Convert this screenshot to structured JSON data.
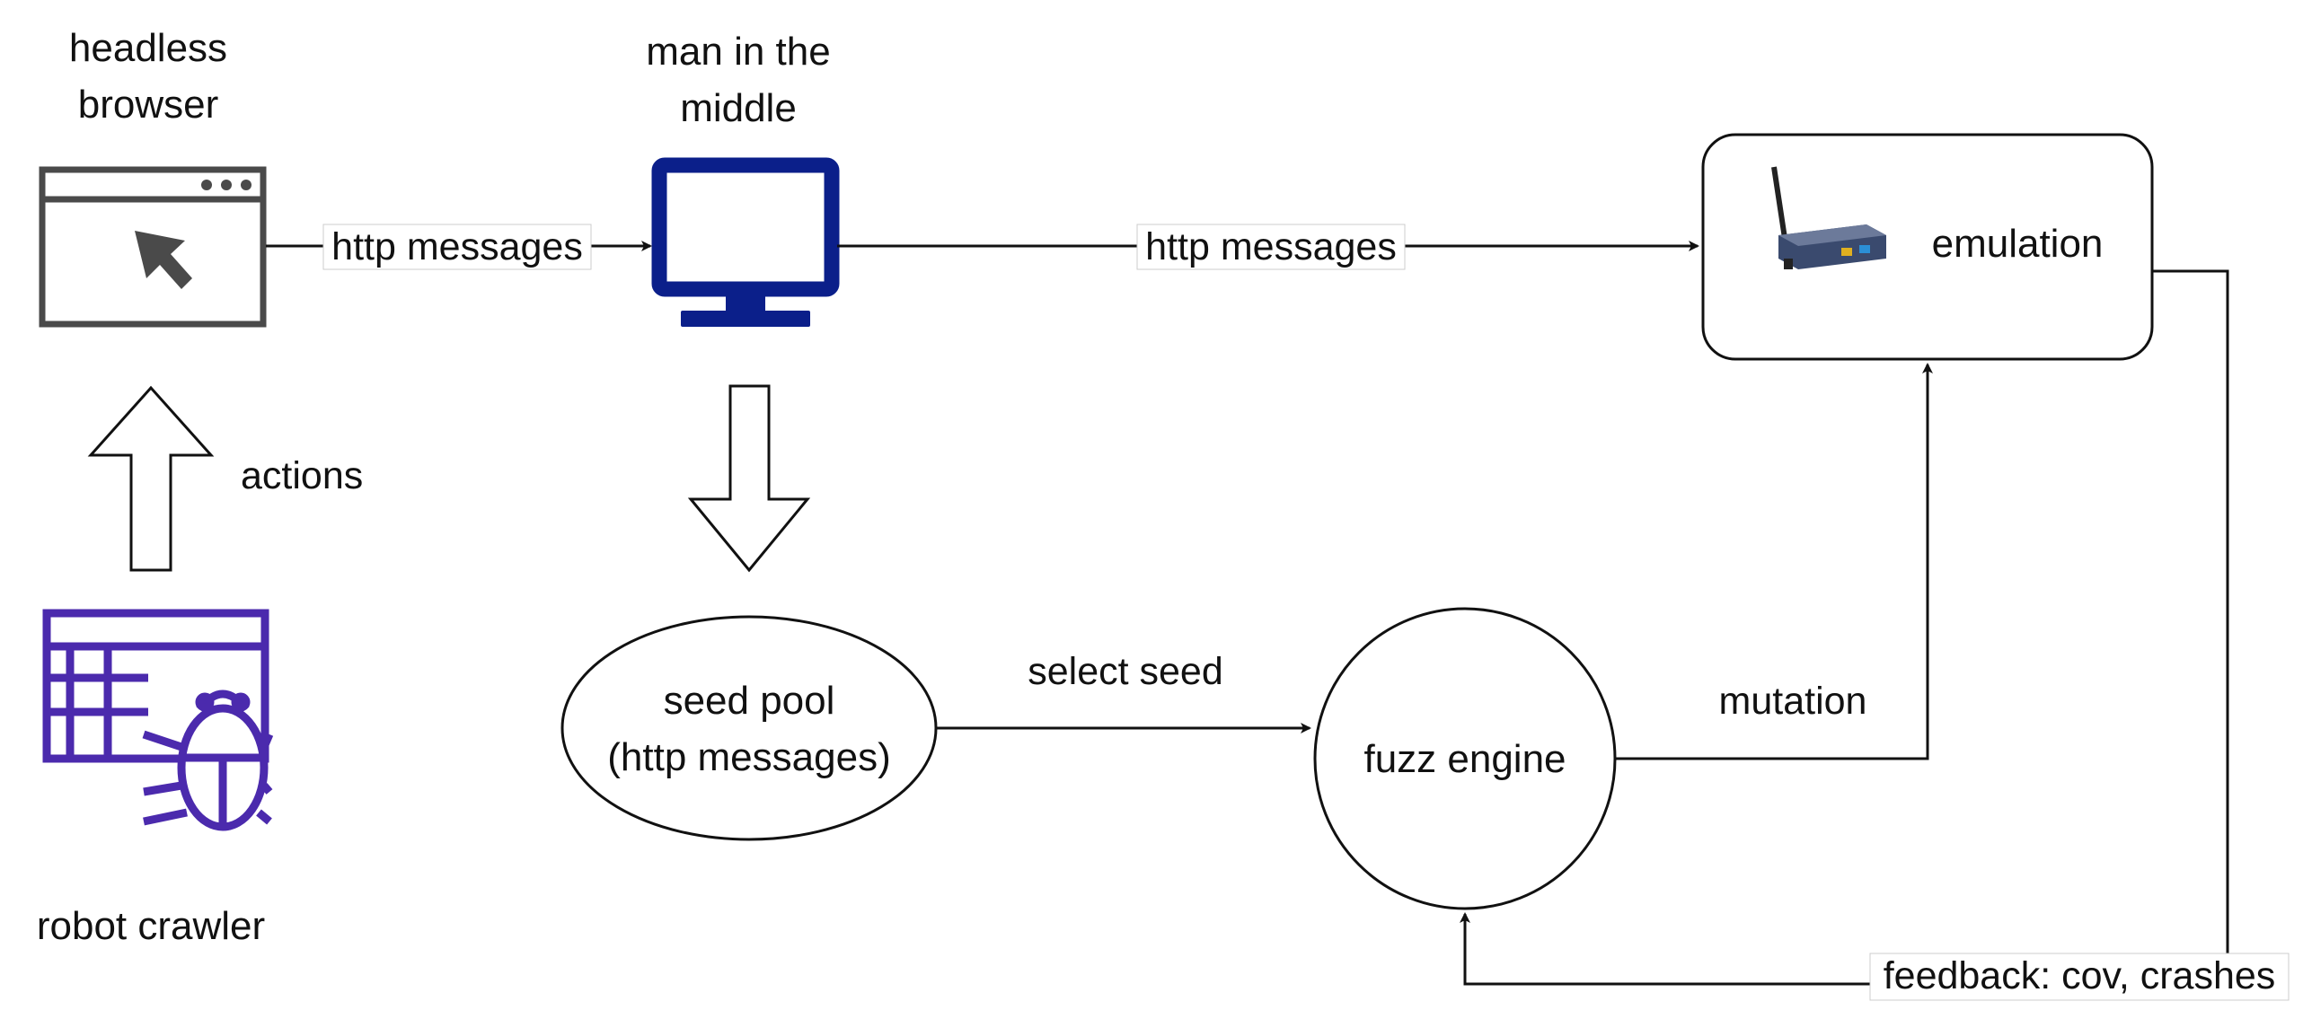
{
  "nodes": {
    "headless_browser": {
      "label_line1": "headless",
      "label_line2": "browser"
    },
    "mitm": {
      "label_line1": "man in the",
      "label_line2": "middle"
    },
    "emulation": {
      "label": "emulation"
    },
    "robot_crawler": {
      "label": "robot crawler"
    },
    "seed_pool": {
      "label_line1": "seed pool",
      "label_line2": "(http messages)"
    },
    "fuzz_engine": {
      "label": "fuzz engine"
    }
  },
  "edges": {
    "browser_to_mitm": "http messages",
    "mitm_to_emulation": "http messages",
    "crawler_actions": "actions",
    "select_seed": "select seed",
    "mutation": "mutation",
    "feedback": "feedback: cov, crashes"
  },
  "colors": {
    "mitm_icon": "#0b1f8a",
    "crawler_icon": "#4b2aad",
    "router_body": "#3a4a6e"
  },
  "icons": {
    "browser": "browser-window-icon",
    "mitm": "monitor-icon",
    "crawler": "table-bug-icon",
    "emulation": "wifi-router-icon"
  }
}
